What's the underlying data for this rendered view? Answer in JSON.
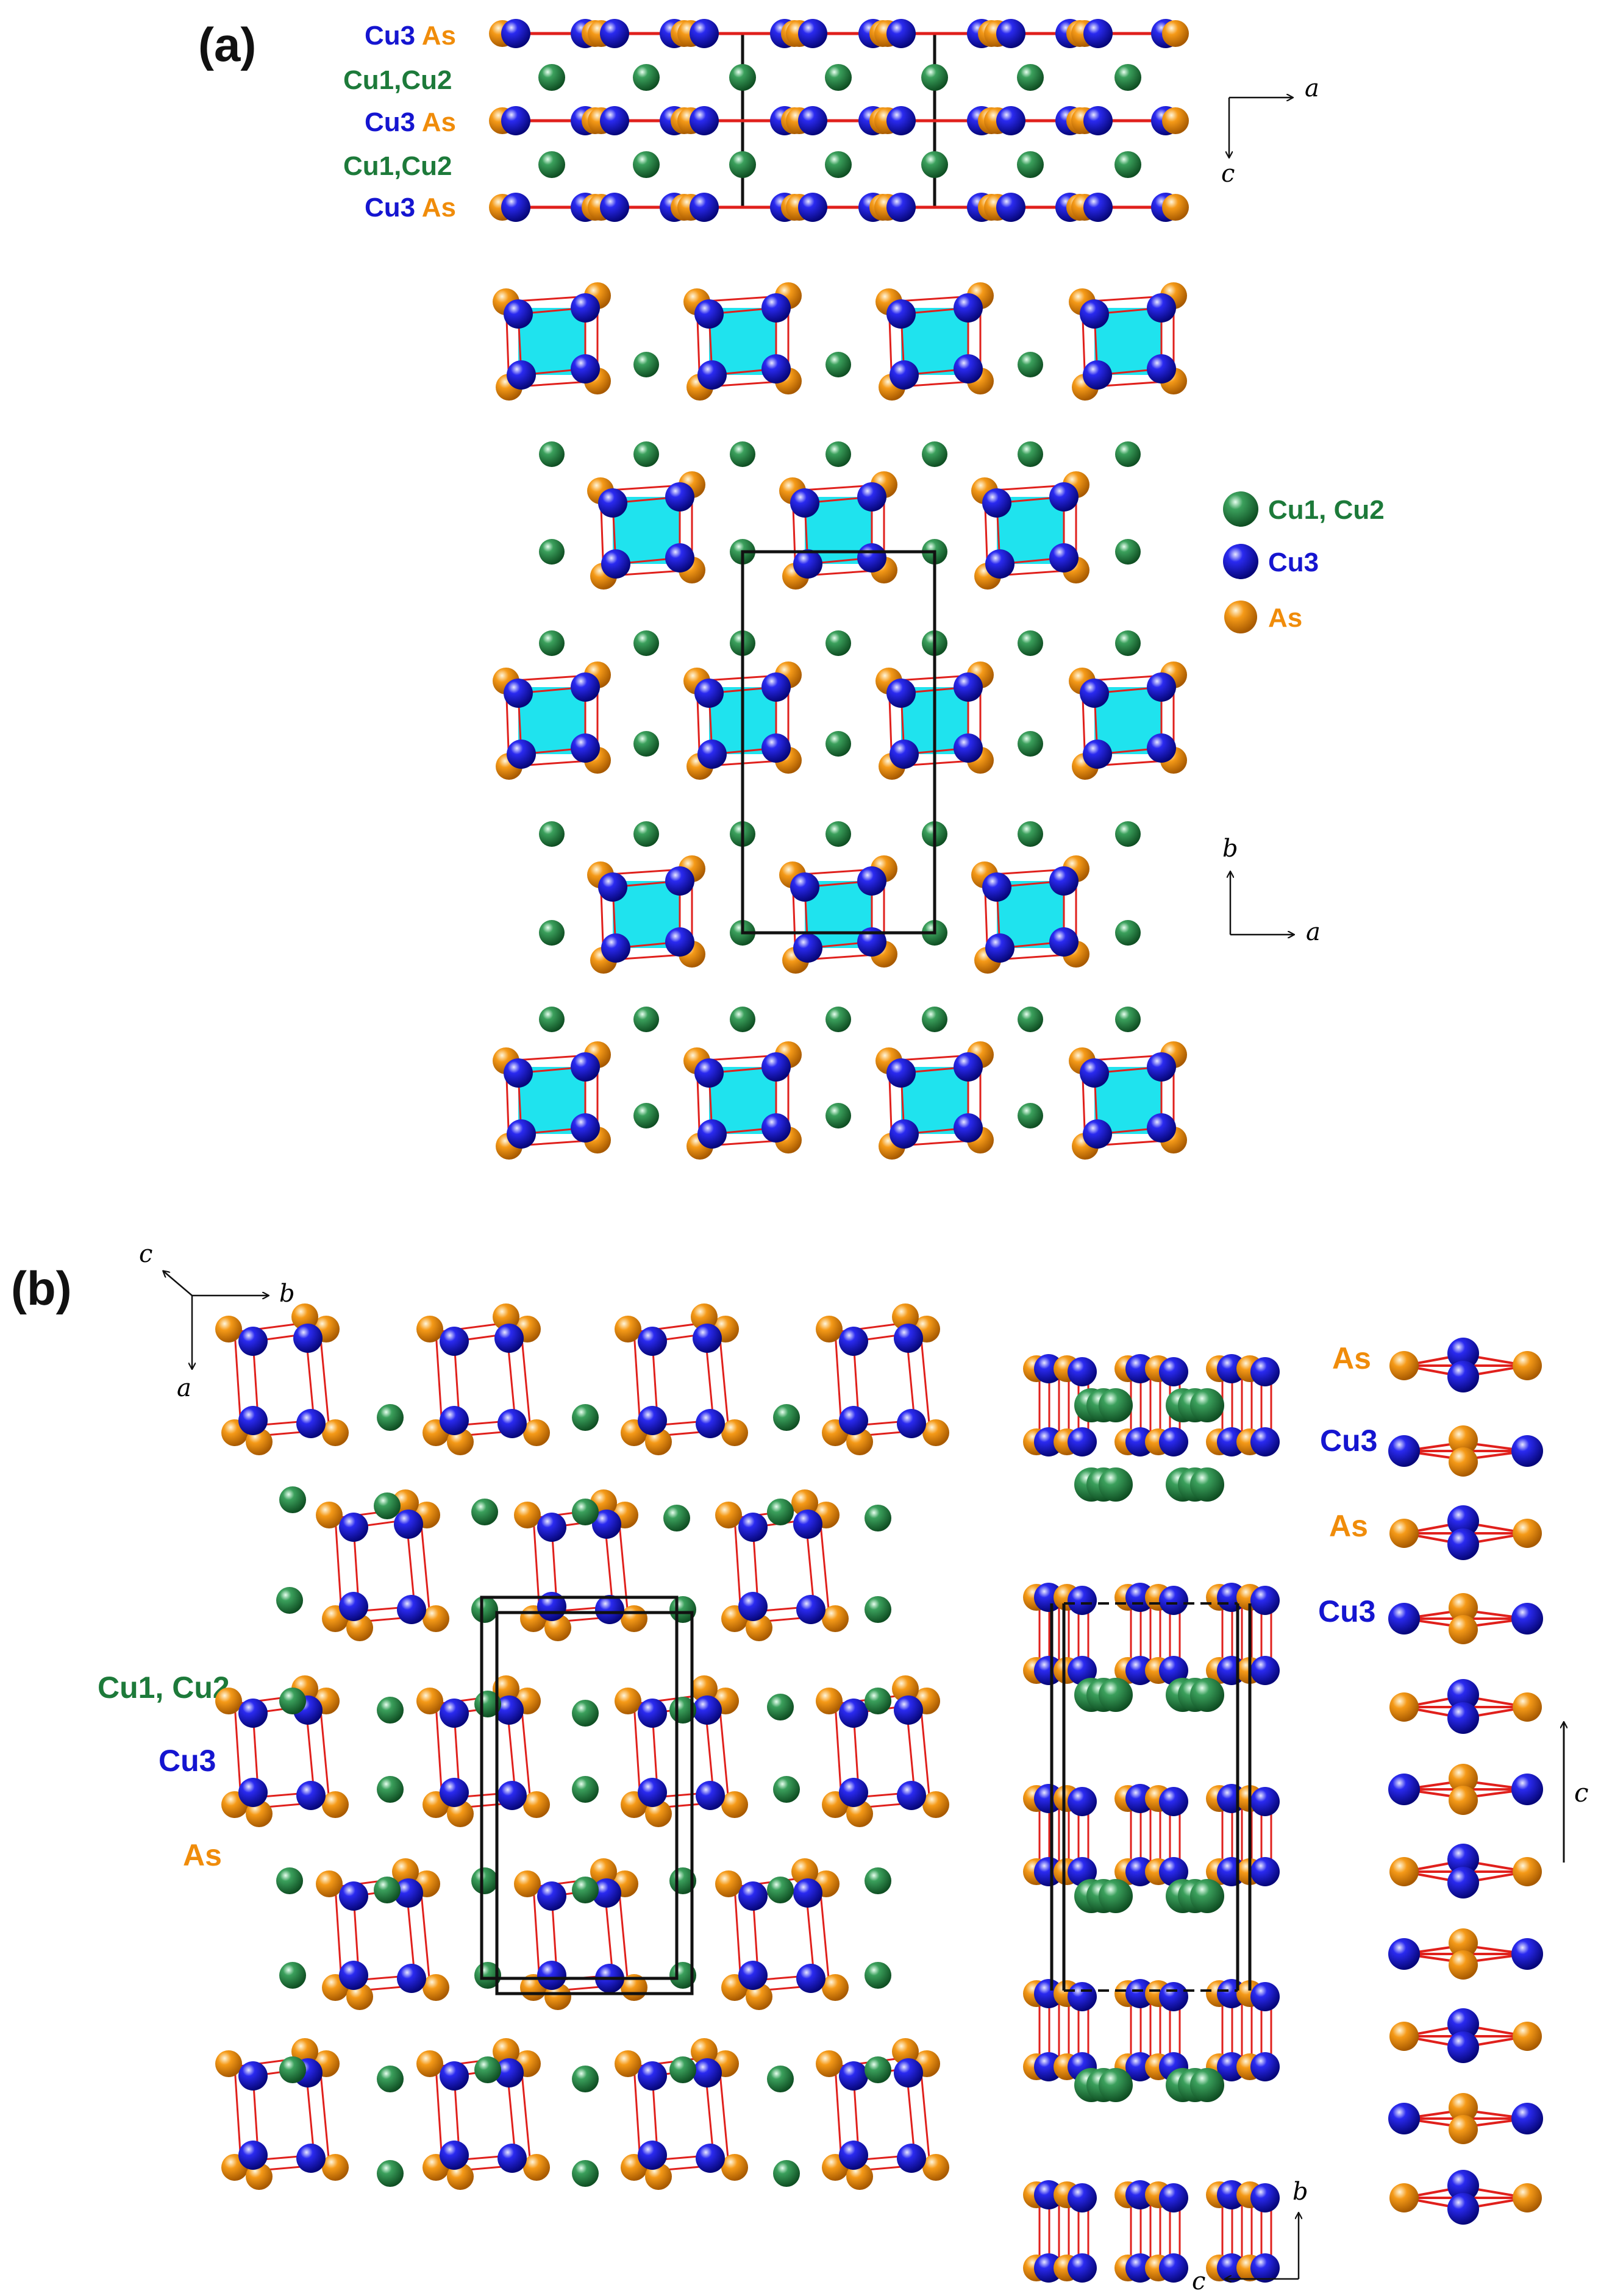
{
  "panel_a": {
    "panel_label": "(a)",
    "layer_labels": [
      {
        "first": "Cu3",
        "second": "As"
      },
      {
        "first": "Cu1,Cu2",
        "second": ""
      },
      {
        "first": "Cu3",
        "second": "As"
      },
      {
        "first": "Cu1,Cu2",
        "second": ""
      },
      {
        "first": "Cu3",
        "second": "As"
      }
    ],
    "axes_ac": {
      "horizontal": "a",
      "vertical": "c"
    },
    "axes_ab": {
      "horizontal": "a",
      "vertical": "b"
    },
    "legend": [
      {
        "label": "Cu1, Cu2",
        "color": "#1d7a3a"
      },
      {
        "label": "Cu3",
        "color": "#1515d0"
      },
      {
        "label": "As",
        "color": "#f08c0a"
      }
    ]
  },
  "panel_b": {
    "panel_label": "(b)",
    "axes_cba": {
      "x": "b",
      "y": "a",
      "z": "c"
    },
    "side_labels": [
      {
        "label": "Cu1, Cu2",
        "color": "#1d7a3a"
      },
      {
        "label": "Cu3",
        "color": "#1515d0"
      },
      {
        "label": "As",
        "color": "#f08c0a"
      }
    ],
    "axes_bc": {
      "horizontal": "c",
      "vertical": "b"
    },
    "axis_c_arrow": "c",
    "stack_labels": [
      {
        "label": "As",
        "color": "#f08c0a"
      },
      {
        "label": "Cu3",
        "color": "#1515d0"
      },
      {
        "label": "As",
        "color": "#f08c0a"
      },
      {
        "label": "Cu3",
        "color": "#1515d0"
      }
    ]
  },
  "colors": {
    "cu12": "#1d7a3a",
    "cu3": "#1515d0",
    "as": "#f08c0a",
    "bond": "#e0201c",
    "square": "#1fe3ee",
    "cell": "#111111"
  }
}
